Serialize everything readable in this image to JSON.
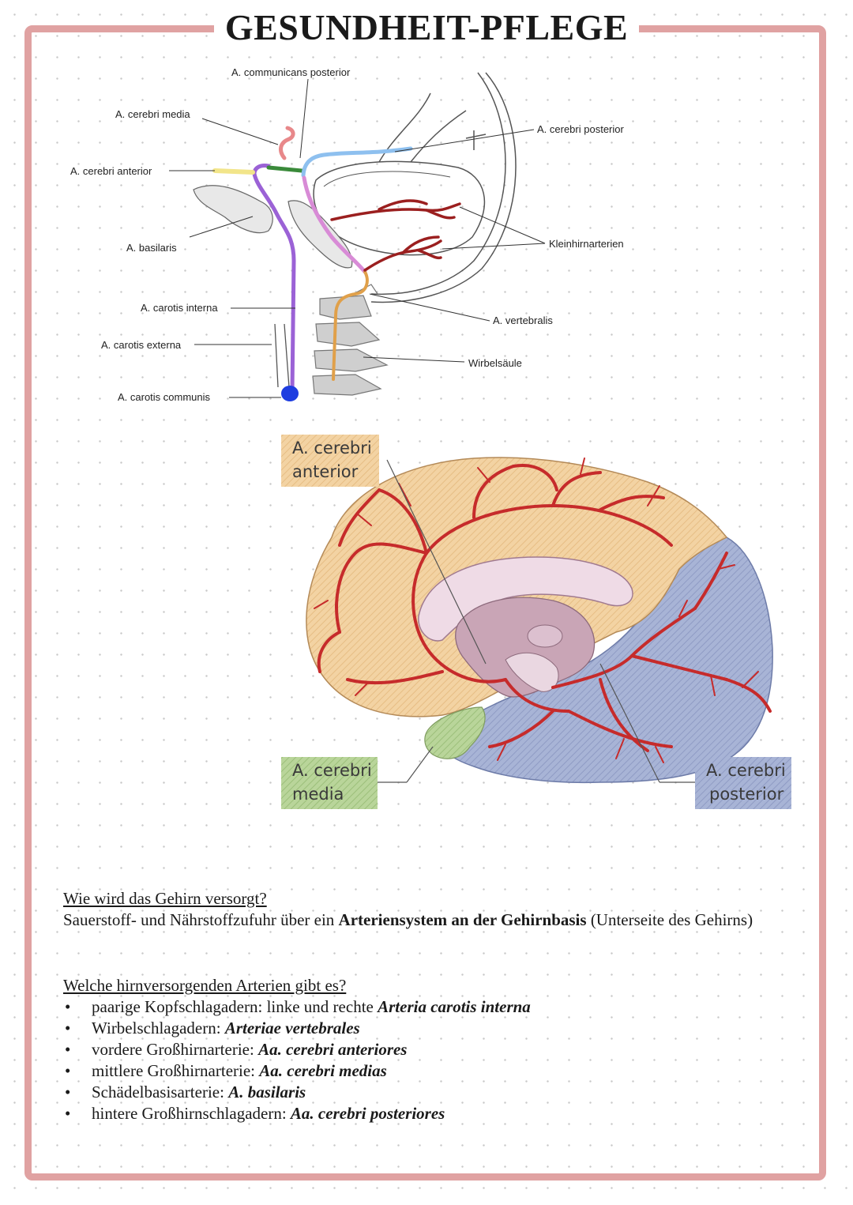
{
  "title": "GESUNDHEIT-PFLEGE",
  "diagram1": {
    "labels": {
      "communicans_posterior": "A. communicans posterior",
      "cerebri_media": "A. cerebri media",
      "cerebri_posterior": "A. cerebri posterior",
      "cerebri_anterior": "A. cerebri anterior",
      "kleinhirnarterien": "Kleinhirnarterien",
      "basilaris": "A. basilaris",
      "carotis_interna": "A. carotis interna",
      "vertebralis": "A. vertebralis",
      "carotis_externa": "A. carotis externa",
      "wirbelsaeule": "Wirbelsäule",
      "carotis_communis": "A. carotis communis"
    }
  },
  "diagram2": {
    "anterior_l1": "A. cerebri",
    "anterior_l2": "anterior",
    "media_l1": "A. cerebri",
    "media_l2": "media",
    "posterior_l1": "A. cerebri",
    "posterior_l2": "posterior"
  },
  "section1": {
    "question": "Wie wird das Gehirn versorgt?",
    "answer_pre": "Sauerstoff- und Nährstoffzufuhr über ein ",
    "answer_bold": "Arteriensystem an der Gehirnbasis",
    "answer_post": " (Unterseite des Gehirns)"
  },
  "section2": {
    "question": "Welche hirnversorgenden Arterien gibt es?",
    "bullet": "•",
    "items": [
      {
        "text": "paarige Kopfschlagadern: linke und rechte ",
        "em": "Arteria carotis interna"
      },
      {
        "text": "Wirbelschlagadern: ",
        "em": "Arteriae vertebrales"
      },
      {
        "text": "vordere Großhirnarterie: ",
        "em": "Aa. cerebri anteriores"
      },
      {
        "text": "mittlere Großhirnarterie: ",
        "em": "Aa. cerebri medias"
      },
      {
        "text": "Schädelbasisarterie: ",
        "em": "A. basilaris"
      },
      {
        "text": "hintere Großhirnschlagadern: ",
        "em": "Aa. cerebri posteriores"
      }
    ]
  },
  "colors": {
    "frame": "#e0a2a2",
    "anterior_zone": "#f3d3a3",
    "media_zone": "#b9d59a",
    "posterior_zone": "#a8b4d6",
    "artery": "#c62b2b"
  }
}
